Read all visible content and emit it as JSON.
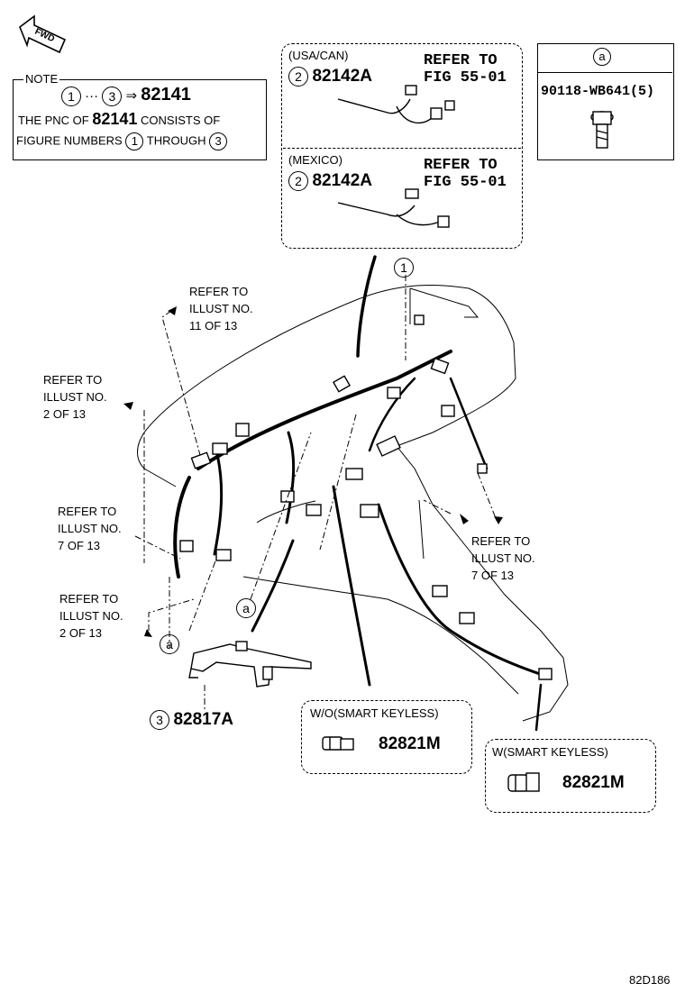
{
  "fwd_label": "FWD",
  "note": {
    "heading": "NOTE",
    "range_from": "1",
    "range_sep": "···",
    "range_to": "3",
    "arrow": "⇒",
    "range_part": "82141",
    "line1_prefix": "THE PNC OF",
    "line1_part": "82141",
    "line1_suffix": "CONSISTS OF",
    "line2_prefix": "FIGURE NUMBERS",
    "line2_from": "1",
    "line2_mid": "THROUGH",
    "line2_to": "3"
  },
  "variants": [
    {
      "region": "(USA/CAN)",
      "circle": "2",
      "part": "82142A",
      "refer": "REFER TO",
      "fig": "FIG 55-01"
    },
    {
      "region": "(MEXICO)",
      "circle": "2",
      "part": "82142A",
      "refer": "REFER TO",
      "fig": "FIG 55-01"
    }
  ],
  "bolt_box": {
    "circle": "a",
    "part": "90118-WB641(5)"
  },
  "callouts": {
    "main_harness": "1",
    "bolt_a_1": "a",
    "bolt_a_2": "a"
  },
  "refers": [
    {
      "l1": "REFER TO",
      "l2": "ILLUST NO.",
      "l3": "11 OF 13"
    },
    {
      "l1": "REFER TO",
      "l2": "ILLUST NO.",
      "l3": "2 OF 13"
    },
    {
      "l1": "REFER TO",
      "l2": "ILLUST NO.",
      "l3": "7 OF 13"
    },
    {
      "l1": "REFER TO",
      "l2": "ILLUST NO.",
      "l3": "2 OF 13"
    },
    {
      "l1": "REFER TO",
      "l2": "ILLUST NO.",
      "l3": "7 OF 13"
    }
  ],
  "bracket_part": {
    "circle": "3",
    "part": "82817A"
  },
  "keyless": [
    {
      "condition": "W/O(SMART KEYLESS)",
      "part": "82821M"
    },
    {
      "condition": "W(SMART KEYLESS)",
      "part": "82821M"
    }
  ],
  "figure_code": "82D186"
}
